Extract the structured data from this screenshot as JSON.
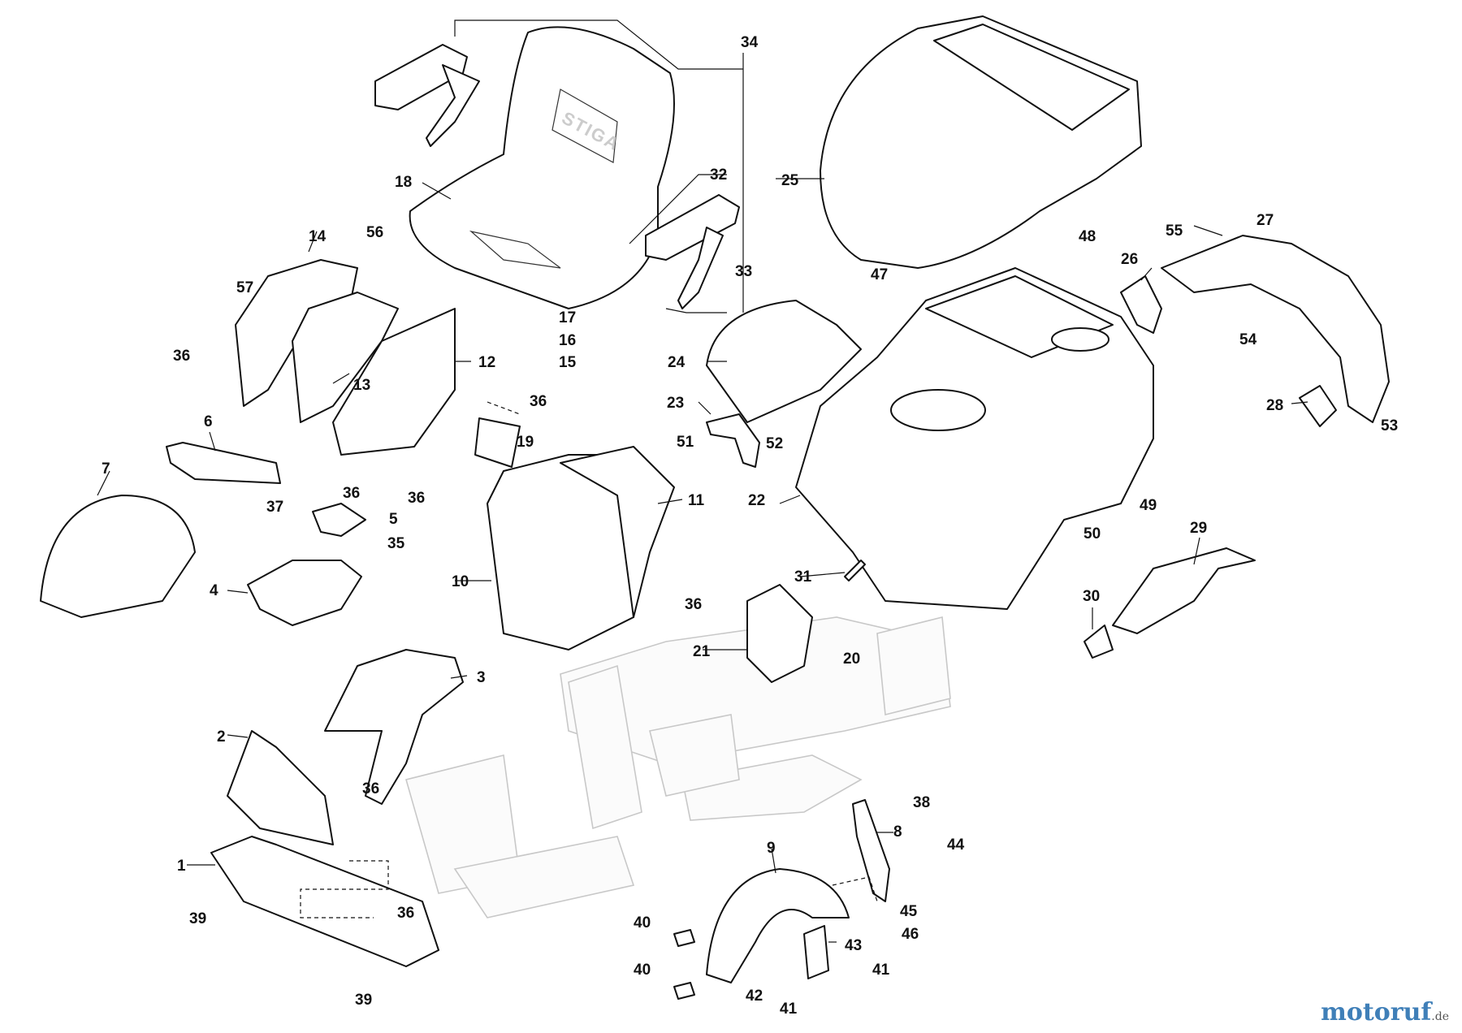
{
  "watermark": {
    "name": "motoruf",
    "suffix": ".de"
  },
  "seat_brand": "STIGA",
  "callouts": [
    "1",
    "2",
    "3",
    "4",
    "5",
    "6",
    "7",
    "8",
    "9",
    "10",
    "11",
    "12",
    "13",
    "14",
    "15",
    "16",
    "17",
    "18",
    "19",
    "20",
    "21",
    "22",
    "23",
    "24",
    "25",
    "26",
    "27",
    "28",
    "29",
    "30",
    "31",
    "32",
    "33",
    "34",
    "35",
    "36",
    "36",
    "36",
    "36",
    "36",
    "36",
    "36",
    "37",
    "38",
    "39",
    "39",
    "40",
    "40",
    "41",
    "41",
    "42",
    "43",
    "44",
    "45",
    "46",
    "47",
    "48",
    "49",
    "50",
    "51",
    "52",
    "53",
    "54",
    "55",
    "56",
    "57"
  ],
  "colors": {
    "line": "#111111",
    "chassis": "#c8c8c8",
    "watermark": "#3f7fb8"
  }
}
